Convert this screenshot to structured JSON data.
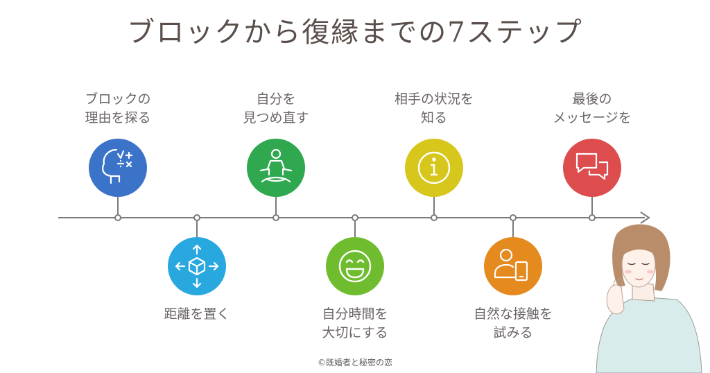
{
  "title": "ブロックから復縁までの7ステップ",
  "steps": [
    {
      "label": "ブロックの\n理由を探る",
      "icon": "brain-math-icon",
      "color": "#3b73c9",
      "position": "above"
    },
    {
      "label": "距離を置く",
      "icon": "cube-arrows-icon",
      "color": "#29a8e0",
      "position": "below"
    },
    {
      "label": "自分を\n見つめ直す",
      "icon": "meditation-icon",
      "color": "#2fa84f",
      "position": "above"
    },
    {
      "label": "自分時間を\n大切にする",
      "icon": "smile-icon",
      "color": "#6fbd2e",
      "position": "below"
    },
    {
      "label": "相手の状況を\n知る",
      "icon": "info-icon",
      "color": "#d7c61c",
      "position": "above"
    },
    {
      "label": "自然な接触を\n試みる",
      "icon": "user-phone-icon",
      "color": "#e48a1f",
      "position": "below"
    },
    {
      "label": "最後の\nメッセージを",
      "icon": "chat-bubbles-icon",
      "color": "#dd4d4e",
      "position": "above"
    }
  ],
  "copyright": "©既婚者と秘密の恋",
  "illustration": "praying-woman-illustration"
}
